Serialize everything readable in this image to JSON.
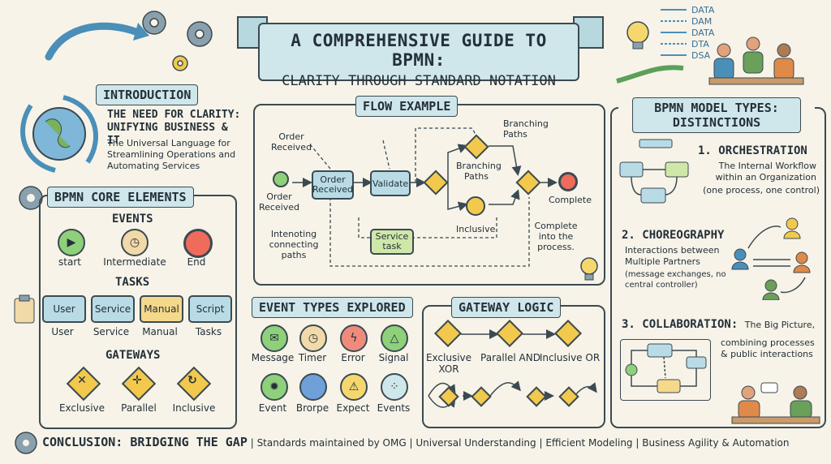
{
  "title": {
    "line1": "A COMPREHENSIVE GUIDE TO BPMN:",
    "line2": "CLARITY THROUGH STANDARD NOTATION"
  },
  "intro": {
    "header": "INTRODUCTION",
    "heading": "THE NEED FOR CLARITY: UNIFYING BUSINESS & IT",
    "body": "The Universal Language for Streamlining Operations and Automating Services"
  },
  "core": {
    "header": "BPMN CORE ELEMENTS",
    "events_title": "EVENTS",
    "events": [
      "start",
      "Intermediate",
      "End"
    ],
    "tasks_title": "TASKS",
    "tasks": [
      {
        "box": "User",
        "label": "User"
      },
      {
        "box": "Service",
        "label": "Service"
      },
      {
        "box": "Manual",
        "label": "Manual"
      },
      {
        "box": "Script",
        "label": "Tasks"
      }
    ],
    "gateways_title": "GATEWAYS",
    "gateways": [
      "Exclusive",
      "Parallel",
      "Inclusive"
    ]
  },
  "flow": {
    "header": "FLOW EXAMPLE",
    "order_received_top": "Order Received",
    "order_received_start": "Order Received",
    "order_task": "Order Received",
    "validate": "Validate",
    "branching_top": "Branching Paths",
    "branching_mid": "Branching Paths",
    "inclusive": "Inclusive",
    "complete": "Complete",
    "complete_note": "Complete into the process.",
    "service_task": "Service task",
    "connecting": "Intenoting connecting paths"
  },
  "event_types": {
    "header": "EVENT TYPES EXPLORED",
    "row1": [
      "Message",
      "Timer",
      "Error",
      "Signal"
    ],
    "row2": [
      "Event",
      "Brorpe",
      "Expect",
      "Events"
    ]
  },
  "gateway_logic": {
    "header": "GATEWAY LOGIC",
    "labels": [
      "Exclusive XOR",
      "Parallel AND",
      "Inclusive OR"
    ]
  },
  "model_types": {
    "header": "BPMN MODEL TYPES: DISTINCTIONS",
    "orch_title": "1. ORCHESTRATION",
    "orch_desc": "The Internal Workflow within an Organization",
    "orch_note": "(one process, one control)",
    "chor_title": "2. CHOREOGRAPHY",
    "chor_desc": "Interactions between Multiple Partners",
    "chor_note": "(message exchanges, no central controller)",
    "collab_title": "3. COLLABORATION:",
    "collab_sub": "The Big Picture,",
    "collab_desc": "combining processes & public interactions"
  },
  "data_labels": [
    "DATA",
    "DAM",
    "DATA",
    "DTA",
    "DSA"
  ],
  "footer": {
    "conclusion": "CONCLUSION: BRIDGING THE GAP",
    "items": [
      "Standards maintained by OMG",
      "Universal Understanding",
      "Efficient Modeling",
      "Business Agility & Automation"
    ]
  },
  "colors": {
    "background": "#f7f3e8",
    "header_fill": "#cfe6ea",
    "task_fill": "#b9dbe6",
    "gateway_fill": "#f2c94c",
    "start_green": "#8fd07a",
    "end_red": "#ef6b5b",
    "stroke": "#3b4a52"
  },
  "icons": [
    "gear-icon",
    "globe-icon",
    "lightbulb-icon",
    "clipboard-icon",
    "people-icon",
    "arrow-icon"
  ]
}
